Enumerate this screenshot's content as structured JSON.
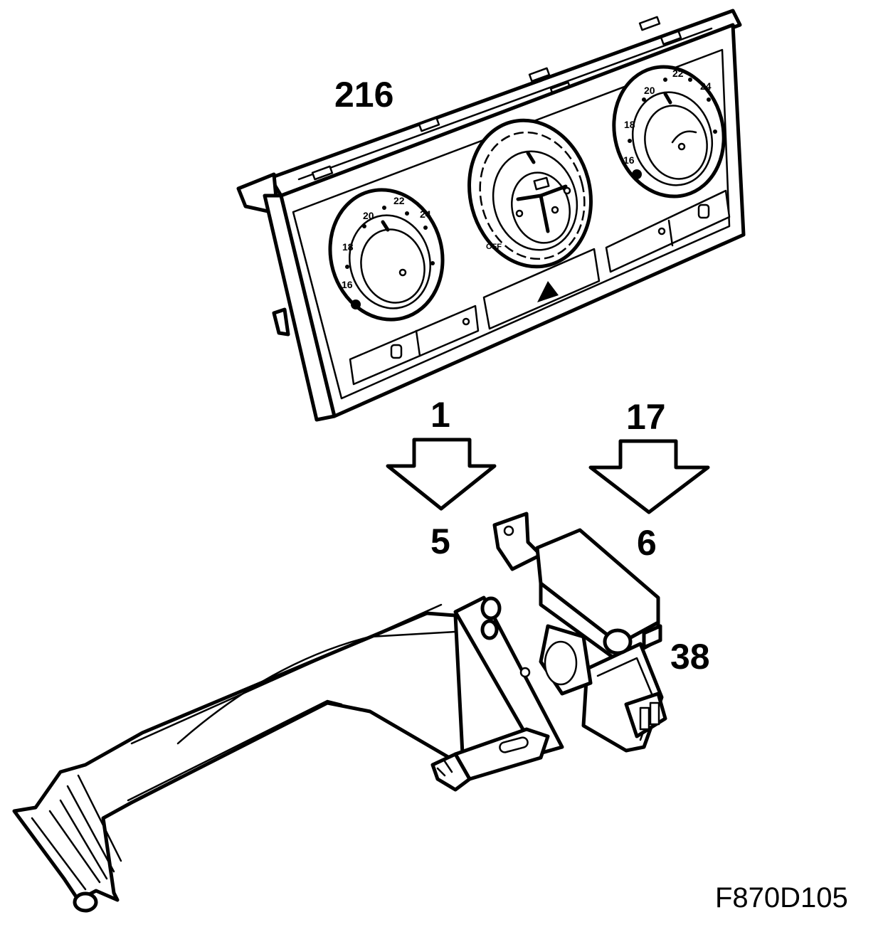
{
  "callouts": {
    "panel": "216",
    "arrow_left_top": "1",
    "arrow_left_bottom": "5",
    "arrow_right_top": "17",
    "arrow_right_bottom": "6",
    "actuator": "38"
  },
  "figure_code": "F870D105",
  "dial_left": {
    "scale": [
      "16",
      "18",
      "20",
      "22",
      "24"
    ]
  },
  "dial_right": {
    "scale": [
      "16",
      "18",
      "20",
      "22",
      "24"
    ]
  },
  "dial_center": {
    "off_label": "OFF"
  }
}
